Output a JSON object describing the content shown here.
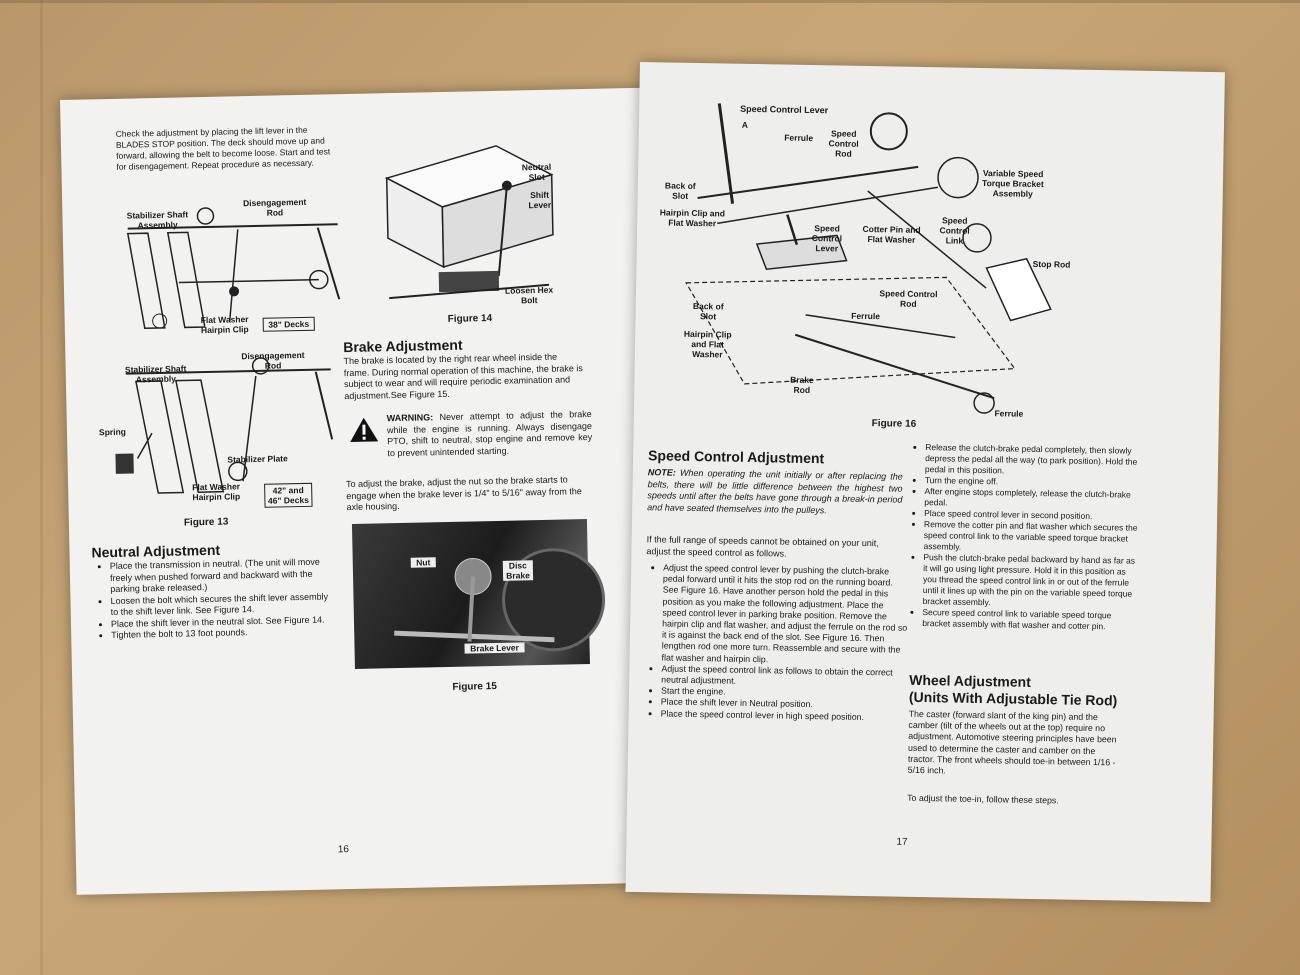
{
  "left_page": {
    "intro": "Check the adjustment by placing the lift lever in the BLADES STOP position. The deck should move up and forward, allowing the belt to become loose. Start and test for disengagement. Repeat procedure as necessary.",
    "fig13_labels": {
      "stab_top": "Stabilizer Shaft Assembly",
      "diseng_top": "Disengagement Rod",
      "washer_top": "Flat Washer Hairpin Clip",
      "decks38": "38\" Decks",
      "stab_bot": "Stabilizer Shaft Assembly",
      "diseng_bot": "Disengagement Rod",
      "spring": "Spring",
      "stab_plate": "Stabilizer Plate",
      "washer_bot": "Flat Washer Hairpin Clip",
      "decks42": "42\" and 46\" Decks"
    },
    "fig13_caption": "Figure 13",
    "neutral_heading": "Neutral Adjustment",
    "neutral_items": [
      "Place the transmission in neutral. (The unit will move freely when pushed forward and backward with the parking brake released.)",
      "Loosen the bolt which secures the shift lever assembly to the shift lever link. See Figure 14.",
      "Place the shift lever in the neutral slot. See Figure 14.",
      "Tighten the bolt to 13 foot pounds."
    ],
    "fig14_labels": {
      "neutral_slot": "Neutral Slot",
      "shift_lever": "Shift Lever",
      "loosen": "Loosen Hex Bolt"
    },
    "fig14_caption": "Figure 14",
    "brake_heading": "Brake Adjustment",
    "brake_text": "The brake is located by the right rear wheel inside the frame. During normal operation of this machine, the brake is subject to wear and will require periodic examination and adjustment.See Figure 15.",
    "warning_label": "WARNING:",
    "warning_text": "Never attempt to adjust the brake while the engine is running. Always disengage PTO, shift to neutral, stop engine and remove key to prevent unintended starting.",
    "brake_adjust_text": "To adjust the brake, adjust the nut so the brake starts to engage when the brake lever is 1/4\" to 5/16\" away from the axle housing.",
    "fig15_labels": {
      "nut": "Nut",
      "disc": "Disc Brake",
      "lever": "Brake Lever"
    },
    "fig15_caption": "Figure 15",
    "page_number": "16"
  },
  "right_page": {
    "fig16_labels": {
      "speed_lever_top": "Speed Control Lever",
      "a": "A",
      "ferrule_top": "Ferrule",
      "speed_rod_top": "Speed Control Rod",
      "back_slot_top": "Back of Slot",
      "hairpin_top": "Hairpin Clip and Flat Washer",
      "var_speed": "Variable Speed Torque Bracket Assembly",
      "speed_lever_mid": "Speed Control Lever",
      "cotter": "Cotter Pin and Flat Washer",
      "speed_link": "Speed Control Link",
      "stop_rod": "Stop Rod",
      "speed_rod_mid": "Speed Control Rod",
      "back_slot_mid": "Back of Slot",
      "ferrule_mid": "Ferrule",
      "hairpin_mid": "Hairpin Clip and Flat Washer",
      "brake_rod": "Brake Rod",
      "ferrule_bot": "Ferrule"
    },
    "fig16_caption": "Figure 16",
    "speed_heading": "Speed Control Adjustment",
    "note_label": "NOTE:",
    "note_text": "When operating the unit initially or after replacing the belts, there will be little difference between the highest two speeds until after the belts have gone through a break-in period and have seated themselves into the pulleys.",
    "range_text": "If the full range of speeds cannot be obtained on your unit, adjust the speed control as follows.",
    "speed_items": [
      "Adjust the speed control lever by pushing the clutch-brake pedal forward until it hits the stop rod on the running board. See Figure 16. Have another person hold the pedal in this position as you make the following adjustment. Place the speed control lever in parking brake position. Remove the hairpin clip and flat washer, and adjust the ferrule on the rod so it is against the back end of the slot. See Figure 16. Then lengthen rod one more turn. Reassemble and secure with the flat washer and hairpin clip.",
      "Adjust the speed control link as follows to obtain the correct neutral adjustment.",
      "Start the engine.",
      "Place the shift lever in Neutral position.",
      "Place the speed control lever in high speed position."
    ],
    "speed_items_col2": [
      "Release the clutch-brake pedal completely, then slowly depress the pedal all the way (to park position). Hold the pedal in this position.",
      "Turn the engine off.",
      "After engine stops completely, release the clutch-brake pedal.",
      "Place speed control lever in second position.",
      "Remove the cotter pin and flat washer which secures the speed control link to the variable speed torque bracket assembly.",
      "Push the clutch-brake pedal backward by hand as far as it will go using light pressure. Hold it in this position as you thread the speed control link in or out of the ferrule until it lines up with the pin on the variable speed torque bracket assembly.",
      "Secure speed control link to variable speed torque bracket assembly with flat washer and cotter pin."
    ],
    "wheel_heading": "Wheel Adjustment",
    "wheel_sub": "(Units With Adjustable Tie Rod)",
    "wheel_text": "The caster (forward slant of the king pin) and the camber (tilt of the wheels out at the top) require no adjustment. Automotive steering principles have been used to determine the caster and camber on the tractor. The front wheels should toe-in between 1/16 - 5/16 inch.",
    "toe_text": "To adjust the toe-in, follow these steps.",
    "page_number": "17"
  }
}
